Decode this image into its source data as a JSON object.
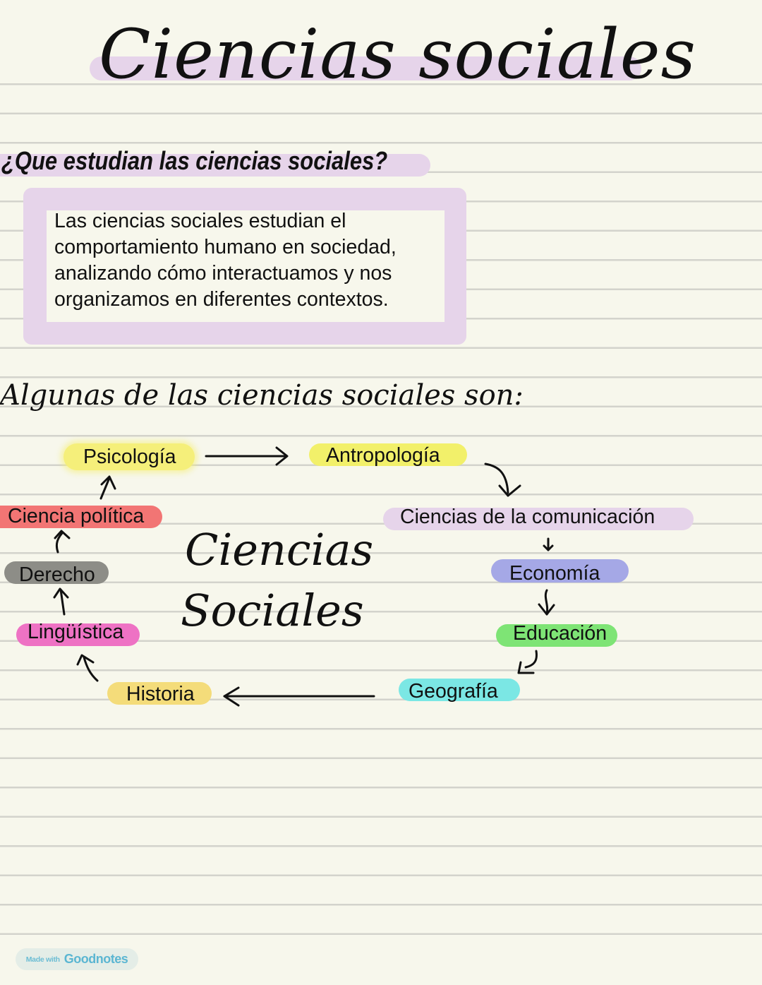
{
  "page": {
    "title": "Ciencias sociales",
    "question": "¿Que estudian las ciencias sociales?",
    "definition_lines": [
      "Las ciencias sociales estudian el",
      "comportamiento humano en sociedad,",
      "analizando cómo interactuamos y nos",
      "organizamos en diferentes contextos."
    ],
    "subtitle": "Algunas de las ciencias sociales son:",
    "center_title": {
      "line1": "Ciencias",
      "line2": "Sociales"
    }
  },
  "diagram": {
    "nodes": [
      {
        "label": "Psicología",
        "color": "#f5ef7a"
      },
      {
        "label": "Antropología",
        "color": "#f2f06a"
      },
      {
        "label": "Ciencias de la comunicación",
        "color": "#e6d4ea"
      },
      {
        "label": "Economía",
        "color": "#a5a8e6"
      },
      {
        "label": "Educación",
        "color": "#7ee475"
      },
      {
        "label": "Geografía",
        "color": "#7be7e4"
      },
      {
        "label": "Historia",
        "color": "#f4dc7a"
      },
      {
        "label": "Lingüística",
        "color": "#ee72c4"
      },
      {
        "label": "Derecho",
        "color": "#8d8d87"
      },
      {
        "label": "Ciencia política",
        "color": "#f27574"
      }
    ],
    "flow": "Psicología → Antropología → Ciencias de la comunicación → Economía → Educación → Geografía → Historia → Lingüística → Derecho → Ciencia política → Psicología"
  },
  "footer": {
    "made_with": "Made with",
    "brand": "Goodnotes"
  },
  "colors": {
    "paper": "#f7f7ec",
    "rule_line": "#d3d3cc",
    "lilac_highlight": "#e6d4ea"
  }
}
